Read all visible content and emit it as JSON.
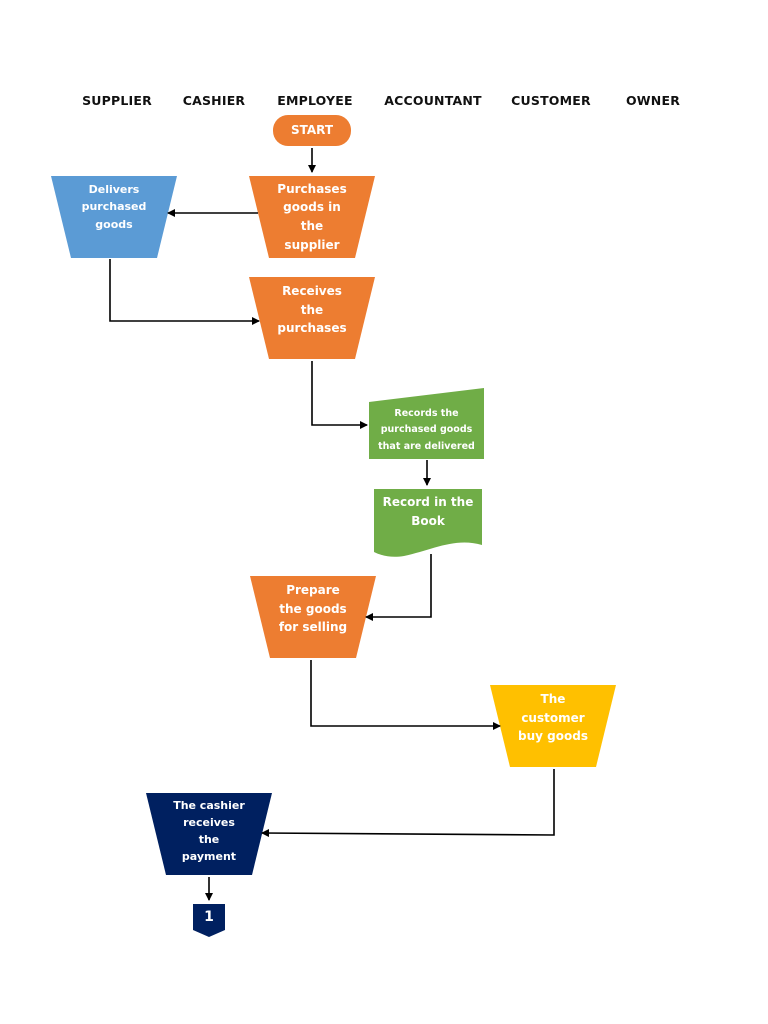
{
  "lanes": [
    "SUPPLIER",
    "CASHIER",
    "EMPLOYEE",
    "ACCOUNTANT",
    "CUSTOMER",
    "OWNER"
  ],
  "nodes": {
    "start": "START",
    "purchases": "Purchases\ngoods in\nthe\nsupplier",
    "delivers": "Delivers\npurchased\ngoods",
    "receives": "Receives\nthe\npurchases",
    "records": "Records the\npurchased goods\nthat are delivered",
    "record_book": "Record in the\nBook",
    "prepare": "Prepare\nthe goods\nfor selling",
    "customer_buy": "The\ncustomer\nbuy goods",
    "cashier_payment": "The cashier\nreceives\nthe\npayment",
    "connector": "1"
  },
  "colors": {
    "orange": "#ED7D31",
    "blue": "#5B9BD5",
    "green": "#70AD47",
    "yellow": "#FFC000",
    "navy": "#002060",
    "arrow": "#000000"
  }
}
